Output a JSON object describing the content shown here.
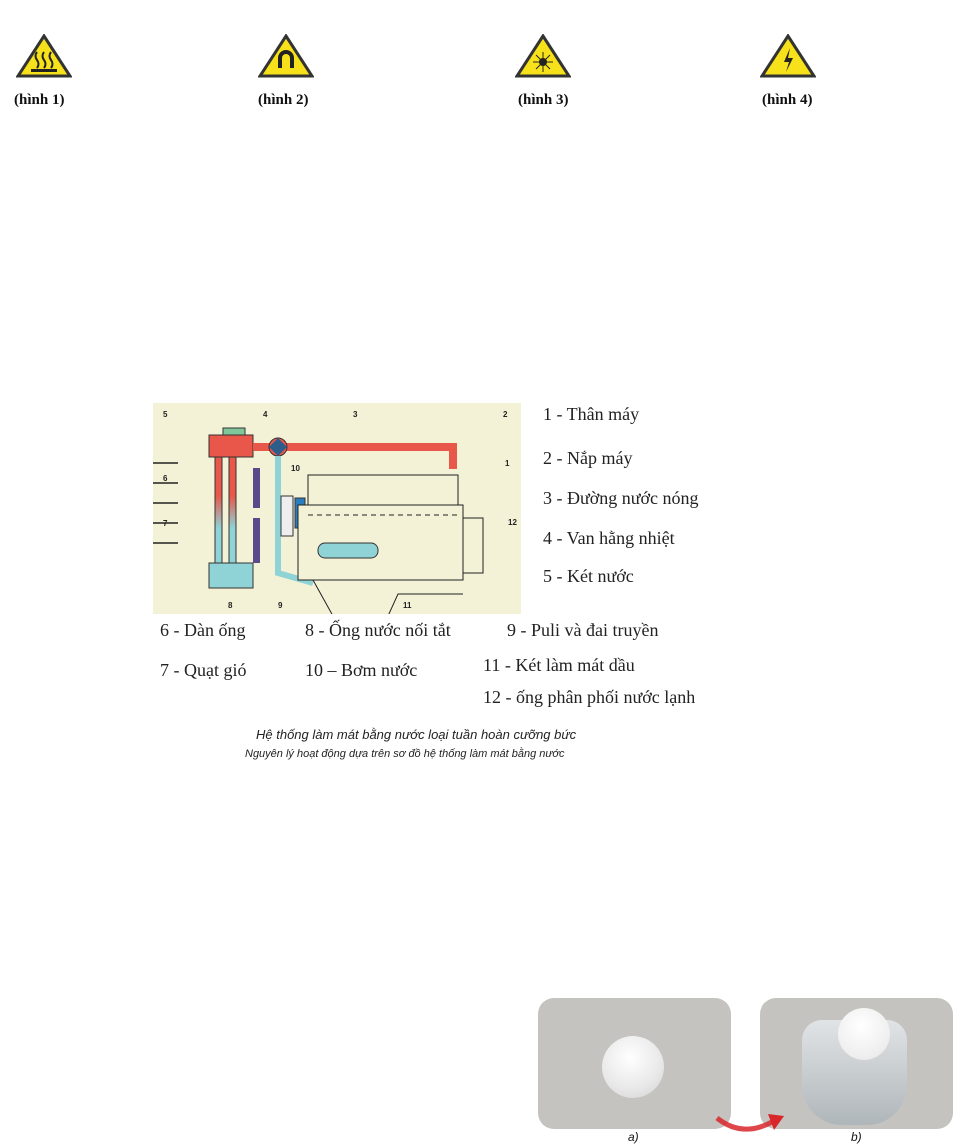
{
  "signs": [
    {
      "icon": "hot-surface-warning-icon",
      "label": "(hình 1)"
    },
    {
      "icon": "magnetic-field-warning-icon",
      "label": "(hình 2)"
    },
    {
      "icon": "laser-warning-icon",
      "label": "(hình 3)"
    },
    {
      "icon": "electric-shock-warning-icon",
      "label": "(hình 4)"
    }
  ],
  "diagram": {
    "numbers": [
      "1",
      "2",
      "3",
      "4",
      "5",
      "6",
      "7",
      "8",
      "9",
      "10",
      "11",
      "12"
    ],
    "legend": [
      "1 - Thân máy",
      "2 - Nắp máy",
      "3 - Đường nước nóng",
      "4 - Van hằng nhiệt",
      "5 - Két nước",
      "6 - Dàn ống",
      "7 - Quạt gió",
      "8 - Ống nước nối tắt",
      "10 – Bơm nước",
      "9 - Puli và đai truyền",
      "11 - Két làm mát dầu",
      "12 - ống phân phối nước lạnh"
    ],
    "caption": "Hệ thống làm mát bằng nước loại tuần hoàn cưỡng bức",
    "subcaption": "Nguyên lý hoạt động dựa trên sơ đồ hệ thống làm mát bằng nước",
    "colors": {
      "hot": "#e8574a",
      "cold": "#8fd3d6",
      "background": "#f3f1d6"
    }
  },
  "photos": [
    {
      "label": "a)"
    },
    {
      "label": "b)"
    }
  ]
}
